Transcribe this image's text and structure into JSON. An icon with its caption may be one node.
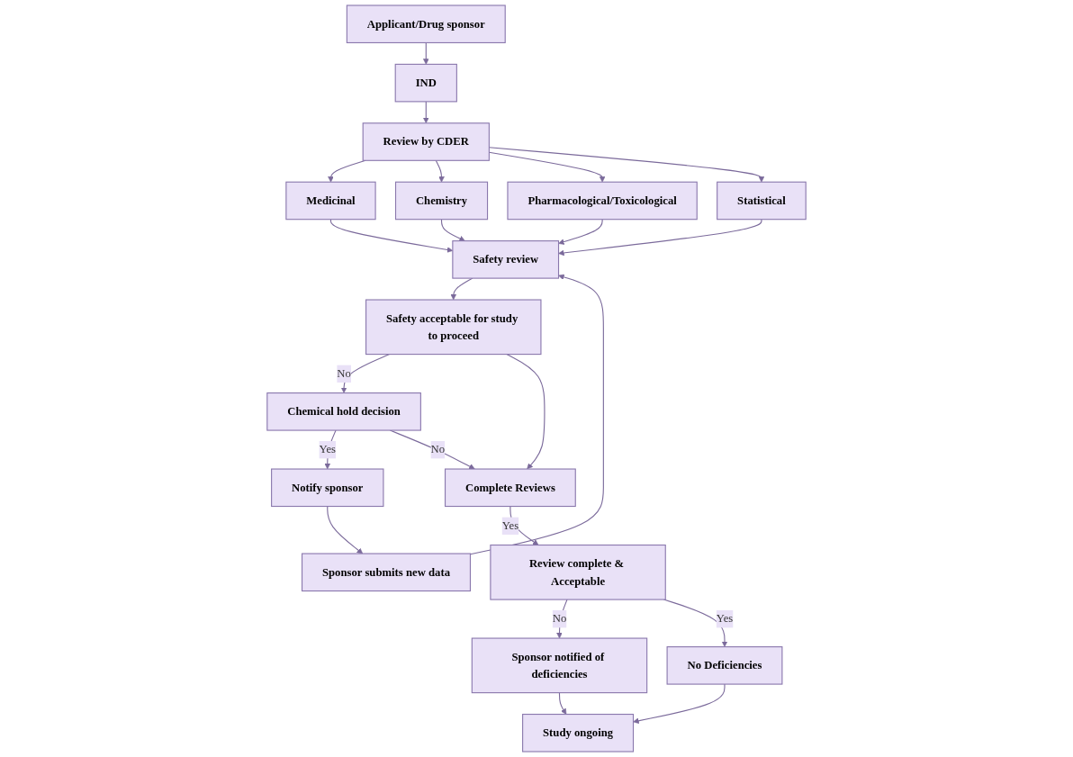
{
  "diagram": {
    "nodes": [
      {
        "text": [
          "Applicant/Drug sponsor"
        ]
      },
      {
        "text": [
          "IND"
        ]
      },
      {
        "text": [
          "Review by CDER"
        ]
      },
      {
        "text": [
          "Medicinal"
        ]
      },
      {
        "text": [
          "Chemistry"
        ]
      },
      {
        "text": [
          "Pharmacological/Toxicological"
        ]
      },
      {
        "text": [
          "Statistical"
        ]
      },
      {
        "text": [
          "Safety review"
        ]
      },
      {
        "text": [
          "Sponsor submits new data"
        ]
      },
      {
        "text": [
          "Safety acceptable for study to proceed"
        ]
      },
      {
        "text": [
          "Chemical hold decision"
        ]
      },
      {
        "text": [
          "Complete Reviews"
        ]
      },
      {
        "text": [
          "Notify sponsor"
        ]
      },
      {
        "text": [
          "Review complete & Acceptable"
        ]
      },
      {
        "text": [
          "Sponsor notified of deficiencies"
        ]
      },
      {
        "text": [
          "No Deficiencies"
        ]
      },
      {
        "text": [
          "Study ongoing"
        ]
      }
    ],
    "edges": [
      {
        "from": 0,
        "to": 1,
        "arrow": "to"
      },
      {
        "from": 1,
        "to": 2,
        "arrow": "to"
      },
      {
        "from": 2,
        "to": 3,
        "arrow": "to"
      },
      {
        "from": 2,
        "to": 4,
        "arrow": "to"
      },
      {
        "from": 2,
        "to": 5,
        "arrow": "to"
      },
      {
        "from": 2,
        "to": 6,
        "arrow": "to"
      },
      {
        "from": 3,
        "to": 7,
        "arrow": "to"
      },
      {
        "from": 4,
        "to": 7,
        "arrow": "to"
      },
      {
        "from": 5,
        "to": 7,
        "arrow": "to"
      },
      {
        "from": 6,
        "to": 7,
        "arrow": "to"
      },
      {
        "from": 8,
        "to": 7,
        "arrow": "to"
      },
      {
        "from": 7,
        "to": 9,
        "arrow": "to"
      },
      {
        "from": 9,
        "to": 10,
        "arrow": "to",
        "label": "No"
      },
      {
        "from": 10,
        "to": 12,
        "arrow": "to",
        "label": "Yes"
      },
      {
        "from": 10,
        "to": 11,
        "arrow": "to",
        "label": "No"
      },
      {
        "from": 12,
        "to": 8,
        "arrow": "to"
      },
      {
        "from": 9,
        "to": 11,
        "arrow": "to"
      },
      {
        "from": 11,
        "to": 13,
        "arrow": "to",
        "label": "Yes"
      },
      {
        "from": 13,
        "to": 14,
        "arrow": "to",
        "label": "No"
      },
      {
        "from": 13,
        "to": 15,
        "arrow": "to",
        "label": "Yes"
      },
      {
        "from": 14,
        "to": 16,
        "arrow": "to"
      },
      {
        "from": 15,
        "to": 16,
        "arrow": "to"
      }
    ]
  }
}
